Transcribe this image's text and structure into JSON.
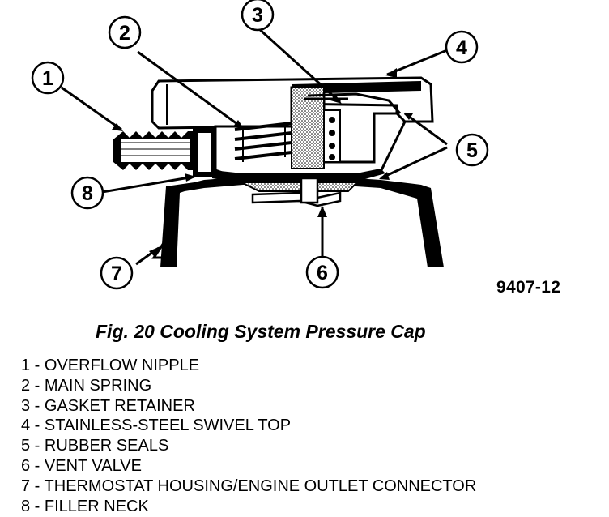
{
  "figure": {
    "code": "9407-12",
    "caption": "Fig. 20 Cooling System Pressure Cap"
  },
  "callouts": [
    "1",
    "2",
    "3",
    "4",
    "5",
    "6",
    "7",
    "8"
  ],
  "legend": [
    "1 - OVERFLOW NIPPLE",
    "2 - MAIN SPRING",
    "3 - GASKET RETAINER",
    "4 - STAINLESS-STEEL SWIVEL TOP",
    "5 - RUBBER SEALS",
    "6 - VENT VALVE",
    "7 - THERMOSTAT HOUSING/ENGINE OUTLET CONNECTOR",
    "8 - FILLER NECK"
  ]
}
